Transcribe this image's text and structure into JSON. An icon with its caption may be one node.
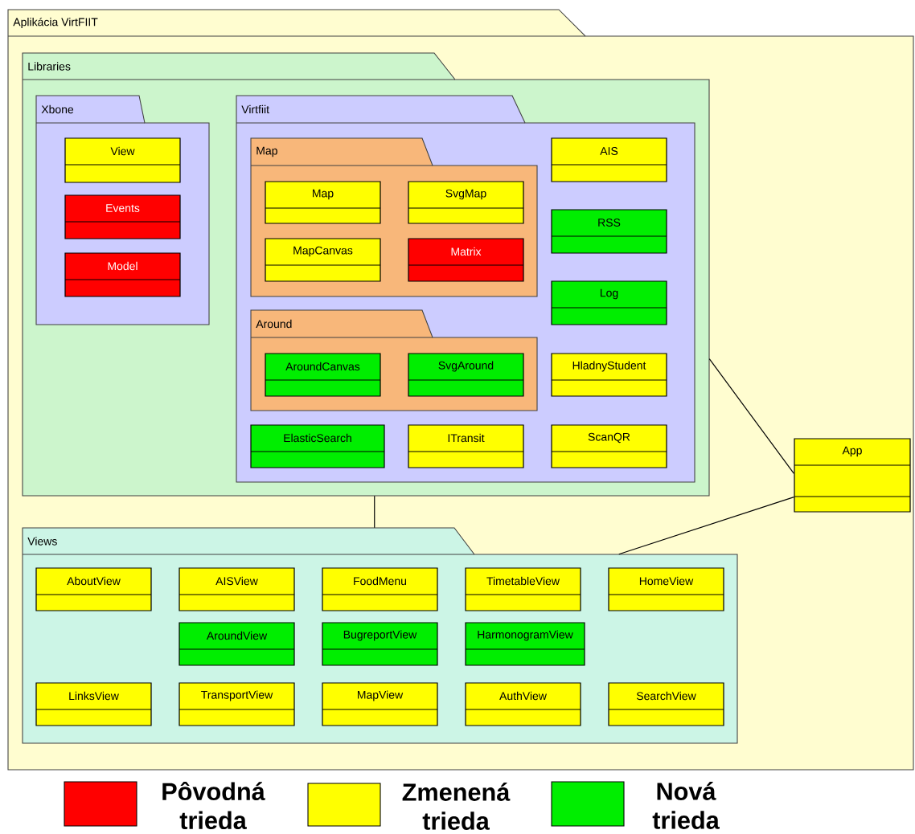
{
  "diagram": {
    "nodes": [
      {
        "text": [
          "Aplikácia VirtFIIT"
        ]
      },
      {
        "text": [
          "Libraries"
        ],
        "in": 0
      },
      {
        "text": [
          "Xbone"
        ],
        "in": 1
      },
      {
        "text": [
          "View"
        ],
        "in": 2
      },
      {
        "text": [
          "Events"
        ],
        "in": 2
      },
      {
        "text": [
          "Model"
        ],
        "in": 2
      },
      {
        "text": [
          "Virtfiit"
        ],
        "in": 1
      },
      {
        "text": [
          "Map"
        ],
        "in": 6
      },
      {
        "text": [
          "Map"
        ],
        "in": 7
      },
      {
        "text": [
          "SvgMap"
        ],
        "in": 7
      },
      {
        "text": [
          "MapCanvas"
        ],
        "in": 7
      },
      {
        "text": [
          "Matrix"
        ],
        "in": 7
      },
      {
        "text": [
          "Around"
        ],
        "in": 6
      },
      {
        "text": [
          "AroundCanvas"
        ],
        "in": 12
      },
      {
        "text": [
          "SvgAround"
        ],
        "in": 12
      },
      {
        "text": [
          "AIS"
        ],
        "in": 6
      },
      {
        "text": [
          "RSS"
        ],
        "in": 6
      },
      {
        "text": [
          "Log"
        ],
        "in": 6
      },
      {
        "text": [
          "HladnyStudent"
        ],
        "in": 6
      },
      {
        "text": [
          "ElasticSearch"
        ],
        "in": 6
      },
      {
        "text": [
          "ITransit"
        ],
        "in": 6
      },
      {
        "text": [
          "ScanQR"
        ],
        "in": 6
      },
      {
        "text": [
          "Views"
        ],
        "in": 0
      },
      {
        "text": [
          "AboutView"
        ],
        "in": 22
      },
      {
        "text": [
          "AISView"
        ],
        "in": 22
      },
      {
        "text": [
          "FoodMenu"
        ],
        "in": 22
      },
      {
        "text": [
          "TimetableView"
        ],
        "in": 22
      },
      {
        "text": [
          "HomeView"
        ],
        "in": 22
      },
      {
        "text": [
          "AroundView"
        ],
        "in": 22
      },
      {
        "text": [
          "BugreportView"
        ],
        "in": 22
      },
      {
        "text": [
          "HarmonogramView"
        ],
        "in": 22
      },
      {
        "text": [
          "LinksView"
        ],
        "in": 22
      },
      {
        "text": [
          "TransportView"
        ],
        "in": 22
      },
      {
        "text": [
          "MapView"
        ],
        "in": 22
      },
      {
        "text": [
          "AuthView"
        ],
        "in": 22
      },
      {
        "text": [
          "SearchView"
        ],
        "in": 22
      },
      {
        "text": [
          "App"
        ],
        "in": 0
      }
    ],
    "edges": [
      {
        "from": 1,
        "to": 22,
        "arrow": "none"
      },
      {
        "from": 1,
        "to": 36,
        "arrow": "none"
      },
      {
        "from": 22,
        "to": 36,
        "arrow": "none"
      }
    ],
    "legend": [
      {
        "text": "Pôvodná trieda",
        "color": "#ff0000"
      },
      {
        "text": "Zmenená trieda",
        "color": "#ffff00"
      },
      {
        "text": "Nová trieda",
        "color": "#00ee00"
      }
    ]
  }
}
